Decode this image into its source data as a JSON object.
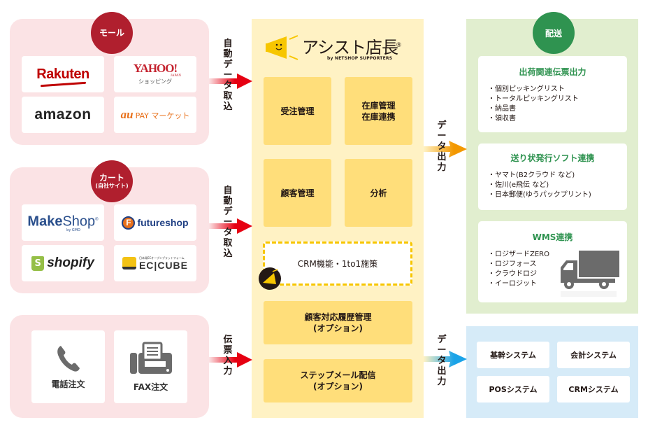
{
  "sources": {
    "mall": {
      "badge": "モール",
      "logos": {
        "rakuten": "Rakuten",
        "yahoo_main": "YAHOO!",
        "yahoo_japan": "JAPAN",
        "yahoo_sub": "ショッピング",
        "amazon": "amazon",
        "aupay_au": "au",
        "aupay_rest": "PAY マーケット"
      },
      "arrow_label": "自動データ取込"
    },
    "cart": {
      "badge": "カート",
      "badge_sub": "(自社サイト)",
      "logos": {
        "makeshop_bold": "Make",
        "makeshop_rest": "Shop",
        "makeshop_reg": "®",
        "makeshop_by": "by GMO",
        "futureshop_icon": "F",
        "futureshop": "futureshop",
        "shopify_icon": "S",
        "shopify": "shopify",
        "eccube_tag": "日本発ECオープンプラットフォーム",
        "eccube": "EC|CUBE"
      },
      "arrow_label": "自動データ取込"
    },
    "manual": {
      "phone_label": "電話注文",
      "fax_label": "FAX注文",
      "arrow_label": "伝票入力"
    }
  },
  "center": {
    "brand_name": "アシスト店長",
    "brand_reg": "®",
    "brand_by": "by NETSHOP SUPPORTERS",
    "functions": [
      "受注管理",
      "在庫管理\n在庫連携",
      "顧客管理",
      "分析"
    ],
    "crm": "CRM機能・1to1施策",
    "options": [
      "顧客対応履歴管理\n(オプション)",
      "ステップメール配信\n(オプション)"
    ]
  },
  "outputs": {
    "shipping_arrow_label": "データ出力",
    "systems_arrow_label": "データ出力",
    "shipping": {
      "badge": "配送",
      "cards": [
        {
          "title": "出荷関連伝票出力",
          "items": [
            "個別ピッキングリスト",
            "トータルピッキングリスト",
            "納品書",
            "領収書"
          ]
        },
        {
          "title": "送り状発行ソフト連携",
          "items": [
            "ヤマト(B2クラウド など)",
            "佐川(e飛伝 など)",
            "日本郵便(ゆうパックプリント)"
          ]
        },
        {
          "title": "WMS連携",
          "items": [
            "ロジザードZERO",
            "ロジフォース",
            "クラウドロジ",
            "イーロジット"
          ]
        }
      ]
    },
    "systems": [
      "基幹システム",
      "会計システム",
      "POSシステム",
      "CRMシステム"
    ]
  },
  "colors": {
    "source_bg": "#fbe3e5",
    "source_badge": "#b01f2e",
    "center_bg": "#fff2c4",
    "function_box": "#ffde7a",
    "crm_border": "#f7c600",
    "shipping_bg": "#e1eecf",
    "shipping_badge": "#2f9350",
    "systems_bg": "#d6ebf8",
    "arrow_in": "#e60012",
    "arrow_out_shipping": "#f39800",
    "arrow_out_systems": "#1aa3e8"
  }
}
